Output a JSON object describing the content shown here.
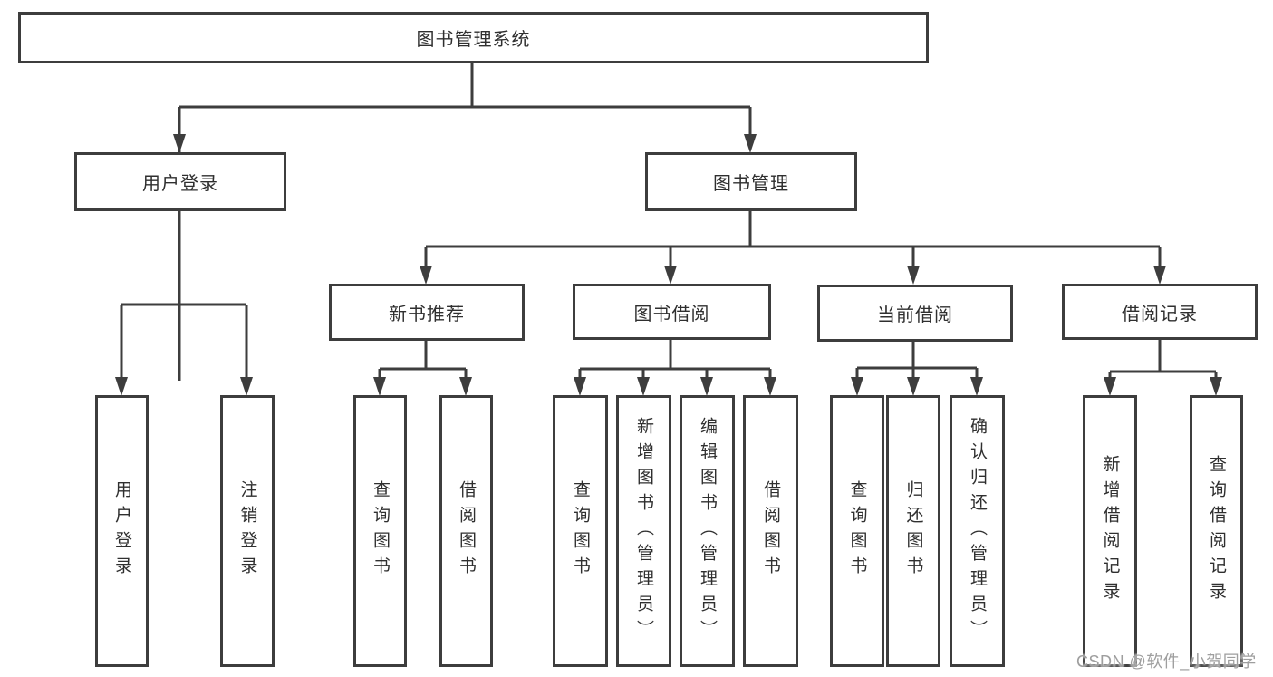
{
  "diagram": {
    "title": "图书管理系统",
    "root": {
      "label": "图书管理系统"
    },
    "level2": [
      {
        "label": "用户登录"
      },
      {
        "label": "图书管理"
      }
    ],
    "level3": [
      {
        "label": "新书推荐"
      },
      {
        "label": "图书借阅"
      },
      {
        "label": "当前借阅"
      },
      {
        "label": "借阅记录"
      }
    ],
    "leaves": {
      "login": [
        "用户登录",
        "注销登录"
      ],
      "recommend": [
        "查询图书",
        "借阅图书"
      ],
      "borrow": [
        "查询图书",
        "新增图书（管理员）",
        "编辑图书（管理员）",
        "借阅图书"
      ],
      "current": [
        "查询图书",
        "归还图书",
        "确认归还（管理员）"
      ],
      "record": [
        "新增借阅记录",
        "查询借阅记录"
      ]
    }
  },
  "watermark": {
    "text": "CSDN @软件_小贺同学"
  },
  "colors": {
    "line": "#3d3d3d",
    "text": "#2f2f2f",
    "watermark": "#9e9e9e",
    "background": "#ffffff"
  }
}
